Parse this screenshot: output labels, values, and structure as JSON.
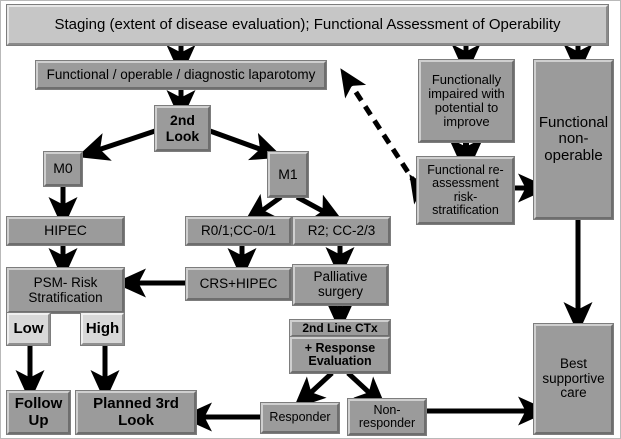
{
  "figure": {
    "title": "Staging (extent of disease evaluation); Functional Assessment of Operability",
    "type": "clinical-pathway-flowchart",
    "palette": {
      "node_fill": "#9b9b9b",
      "node_fill_light": "#c6c6c6",
      "node_fill_lighter": "#d8d8d8",
      "bevel_light": "#cfcfcf",
      "bevel_dark": "#6e6e6e",
      "background": "#ffffff",
      "arrow": "#000000"
    }
  },
  "nodes": {
    "staging": "Staging (extent of disease evaluation); Functional Assessment of Operability",
    "laparotomy": "Functional / operable / diagnostic laparotomy",
    "second_look": "2nd\nLook",
    "second_look_line1": "2nd",
    "second_look_line2": "Look",
    "m0": "M0",
    "m1": "M1",
    "hipec": "HIPEC",
    "r0_1": "R0/1;CC-0/1",
    "r2": "R2; CC-2/3",
    "psm_risk": "PSM- Risk Stratification",
    "psm_risk_line1": "PSM- Risk",
    "psm_risk_line2": "Stratification",
    "low": "Low",
    "high": "High",
    "crs_hipec": "CRS+HIPEC",
    "palliative": "Palliative surgery",
    "palliative_line1": "Palliative",
    "palliative_line2": "surgery",
    "ctx_header": "2nd Line CTx",
    "ctx_body_line1": "+ Response",
    "ctx_body_line2": "Evaluation",
    "responder": "Responder",
    "non_responder_line1": "Non-",
    "non_responder_line2": "responder",
    "follow_up_line1": "Follow",
    "follow_up_line2": "Up",
    "planned_third_line1": "Planned 3rd",
    "planned_third_line2": "Look",
    "functionally_impaired_line1": "Functionally",
    "functionally_impaired_line2": "impaired with",
    "functionally_impaired_line3": "potential to",
    "functionally_impaired_line4": "improve",
    "reassessment_line1": "Functional re-",
    "reassessment_line2": "assessment",
    "reassessment_line3": "risk-",
    "reassessment_line4": "stratification",
    "non_operable_line1": "Functional",
    "non_operable_line2": "non-",
    "non_operable_line3": "operable",
    "best_supportive_line1": "Best",
    "best_supportive_line2": "supportive",
    "best_supportive_line3": "care"
  },
  "edges": [
    {
      "from": "staging",
      "to": "laparotomy",
      "style": "solid"
    },
    {
      "from": "staging",
      "to": "functionally-impaired",
      "style": "solid"
    },
    {
      "from": "staging",
      "to": "functional-non-operable",
      "style": "solid"
    },
    {
      "from": "laparotomy",
      "to": "second-look",
      "style": "solid"
    },
    {
      "from": "second-look",
      "to": "m0",
      "style": "solid"
    },
    {
      "from": "second-look",
      "to": "m1",
      "style": "solid"
    },
    {
      "from": "m0",
      "to": "hipec",
      "style": "solid"
    },
    {
      "from": "m1",
      "to": "r0-1-cc-0-1",
      "style": "solid"
    },
    {
      "from": "m1",
      "to": "r2-cc-2-3",
      "style": "solid"
    },
    {
      "from": "hipec",
      "to": "psm-risk-stratification",
      "style": "solid"
    },
    {
      "from": "r0-1-cc-0-1",
      "to": "crs-hipec",
      "style": "solid"
    },
    {
      "from": "r2-cc-2-3",
      "to": "palliative-surgery",
      "style": "solid"
    },
    {
      "from": "crs-hipec",
      "to": "psm-risk-stratification",
      "style": "solid"
    },
    {
      "from": "palliative-surgery",
      "to": "second-line-ctx",
      "style": "solid"
    },
    {
      "from": "low",
      "to": "follow-up",
      "style": "solid"
    },
    {
      "from": "high",
      "to": "planned-3rd-look",
      "style": "solid"
    },
    {
      "from": "second-line-ctx",
      "to": "responder",
      "style": "solid"
    },
    {
      "from": "second-line-ctx",
      "to": "non-responder",
      "style": "solid"
    },
    {
      "from": "responder",
      "to": "planned-3rd-look",
      "style": "solid"
    },
    {
      "from": "non-responder",
      "to": "best-supportive-care",
      "style": "solid"
    },
    {
      "from": "functionally-impaired",
      "to": "functional-reassessment",
      "style": "solid"
    },
    {
      "from": "functional-reassessment",
      "to": "functional-non-operable",
      "style": "solid"
    },
    {
      "from": "functional-reassessment",
      "to": "laparotomy",
      "style": "dashed-bidirectional"
    },
    {
      "from": "functional-non-operable",
      "to": "best-supportive-care",
      "style": "solid"
    }
  ]
}
